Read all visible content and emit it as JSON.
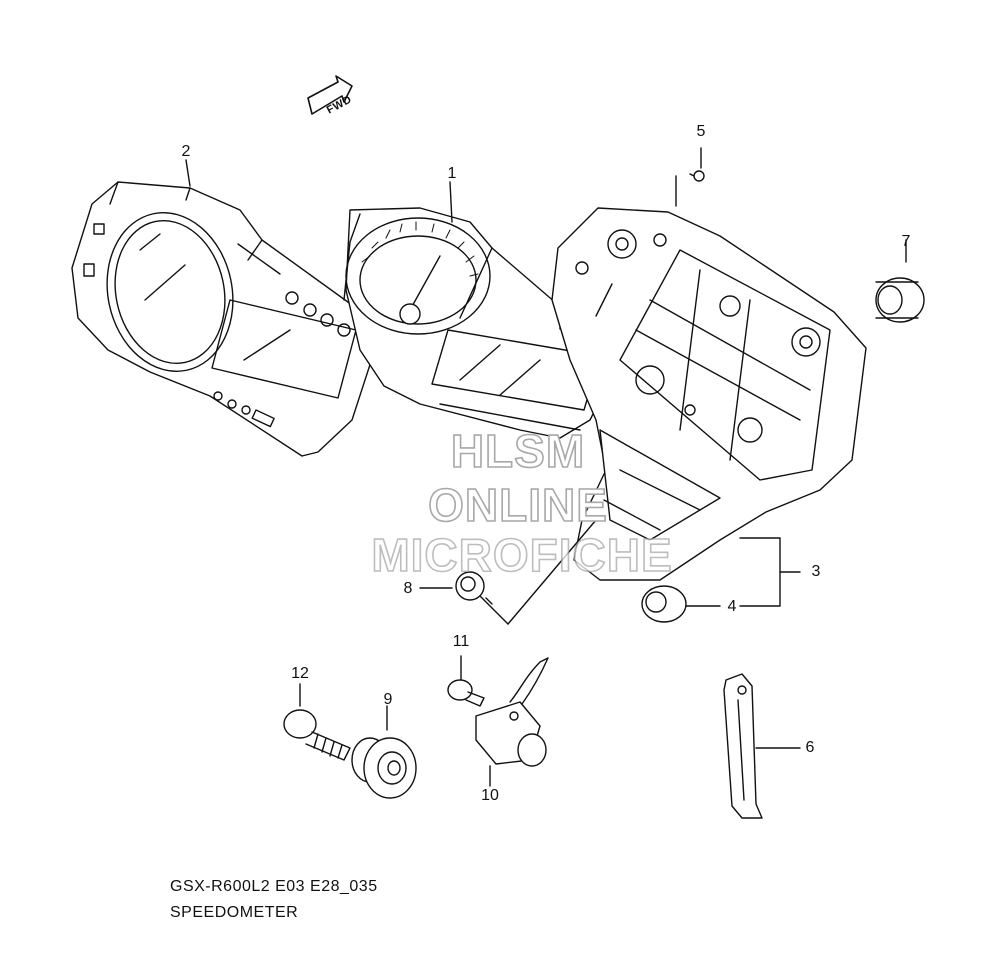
{
  "diagram": {
    "direction_badge": "FWD",
    "callouts": [
      {
        "id": "callout-1",
        "label": "1"
      },
      {
        "id": "callout-2",
        "label": "2"
      },
      {
        "id": "callout-3",
        "label": "3"
      },
      {
        "id": "callout-4",
        "label": "4"
      },
      {
        "id": "callout-5",
        "label": "5"
      },
      {
        "id": "callout-6",
        "label": "6"
      },
      {
        "id": "callout-7",
        "label": "7"
      },
      {
        "id": "callout-8",
        "label": "8"
      },
      {
        "id": "callout-9",
        "label": "9"
      },
      {
        "id": "callout-10",
        "label": "10"
      },
      {
        "id": "callout-11",
        "label": "11"
      },
      {
        "id": "callout-12",
        "label": "12"
      }
    ]
  },
  "watermark": {
    "line1": "HLSM",
    "line2": "ONLINE",
    "line3": "MICROFICHE"
  },
  "caption": {
    "code": "GSX-R600L2 E03 E28_035",
    "title": "SPEEDOMETER"
  }
}
